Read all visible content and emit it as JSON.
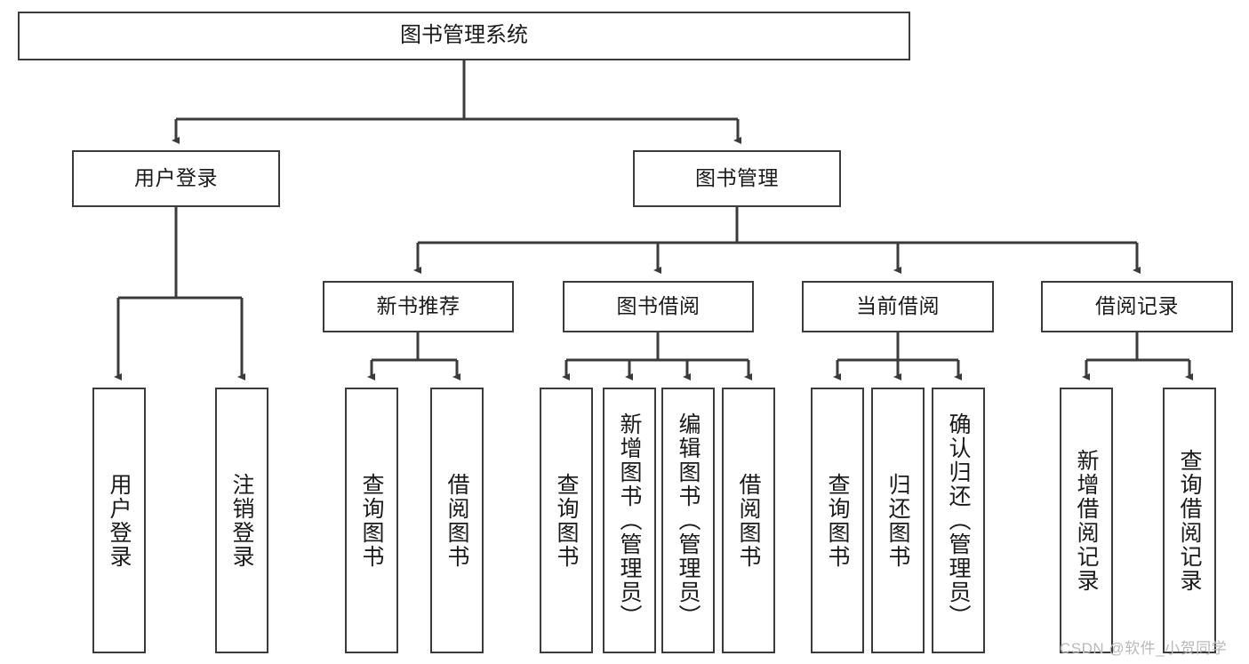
{
  "diagram": {
    "type": "tree",
    "title": "图书管理系统",
    "orientation": "top-down",
    "colors": {
      "box_stroke": "#3b3b3b",
      "box_fill": "#ffffff",
      "link_stroke": "#3b3b3b",
      "text": "#1a1a1a",
      "watermark": "#b9b9b9"
    },
    "root": {
      "label": "图书管理系统"
    },
    "level2": [
      {
        "id": "user-login",
        "label": "用户登录"
      },
      {
        "id": "book-management",
        "label": "图书管理"
      }
    ],
    "level3": [
      {
        "id": "new-book-recommend",
        "label": "新书推荐"
      },
      {
        "id": "book-borrow",
        "label": "图书借阅"
      },
      {
        "id": "current-borrow",
        "label": "当前借阅"
      },
      {
        "id": "borrow-record",
        "label": "借阅记录"
      }
    ],
    "leaves": {
      "user_login": [
        {
          "id": "leaf-user-login",
          "label": "用户登录"
        },
        {
          "id": "leaf-logout-login",
          "label": "注销登录"
        }
      ],
      "new_book_recommend": [
        {
          "id": "leaf-query-book-1",
          "label": "查询图书"
        },
        {
          "id": "leaf-borrow-book-1",
          "label": "借阅图书"
        }
      ],
      "book_borrow": [
        {
          "id": "leaf-query-book-2",
          "label": "查询图书"
        },
        {
          "id": "leaf-add-book",
          "label": "新增图书（管理员）"
        },
        {
          "id": "leaf-edit-book",
          "label": "编辑图书（管理员）"
        },
        {
          "id": "leaf-borrow-book-2",
          "label": "借阅图书"
        }
      ],
      "current_borrow": [
        {
          "id": "leaf-query-book-3",
          "label": "查询图书"
        },
        {
          "id": "leaf-return-book",
          "label": "归还图书"
        },
        {
          "id": "leaf-confirm-return",
          "label": "确认归还（管理员）"
        }
      ],
      "borrow_record": [
        {
          "id": "leaf-add-record",
          "label": "新增借阅记录"
        },
        {
          "id": "leaf-query-record",
          "label": "查询借阅记录"
        }
      ]
    },
    "watermark": "CSDN @软件_小贺同学"
  }
}
